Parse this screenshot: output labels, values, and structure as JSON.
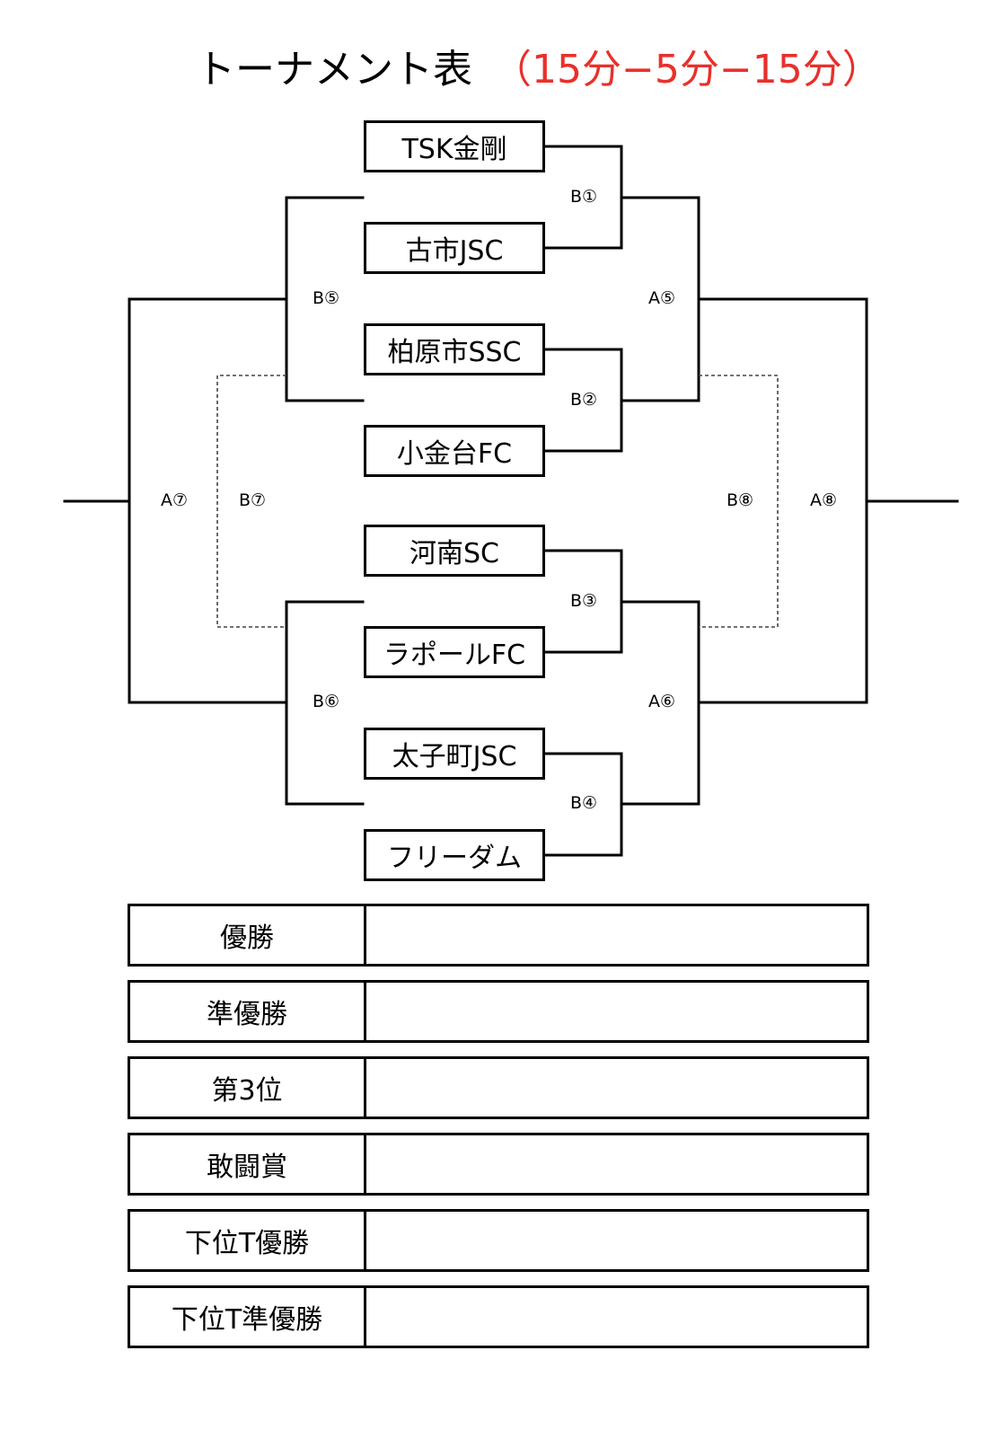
{
  "title": "トーナメント表",
  "subtitle": "（15分−5分−15分）",
  "teams": [
    "TSK金剛",
    "古市JSC",
    "柏原市SSC",
    "小金台FC",
    "河南SC",
    "ラポールFC",
    "太子町JSC",
    "フリーダム"
  ],
  "matches": {
    "b1": "B①",
    "b2": "B②",
    "b3": "B③",
    "b4": "B④",
    "b5": "B⑤",
    "b6": "B⑥",
    "a5": "A⑤",
    "a6": "A⑥",
    "b7": "B⑦",
    "b8": "B⑧",
    "a7": "A⑦",
    "a8": "A⑧"
  },
  "colors": {
    "accent": "#e8302b",
    "line": "#000000"
  },
  "results": [
    {
      "label": "優勝",
      "value": ""
    },
    {
      "label": "準優勝",
      "value": ""
    },
    {
      "label": "第3位",
      "value": ""
    },
    {
      "label": "敢闘賞",
      "value": ""
    },
    {
      "label": "下位T優勝",
      "value": ""
    },
    {
      "label": "下位T準優勝",
      "value": ""
    }
  ]
}
